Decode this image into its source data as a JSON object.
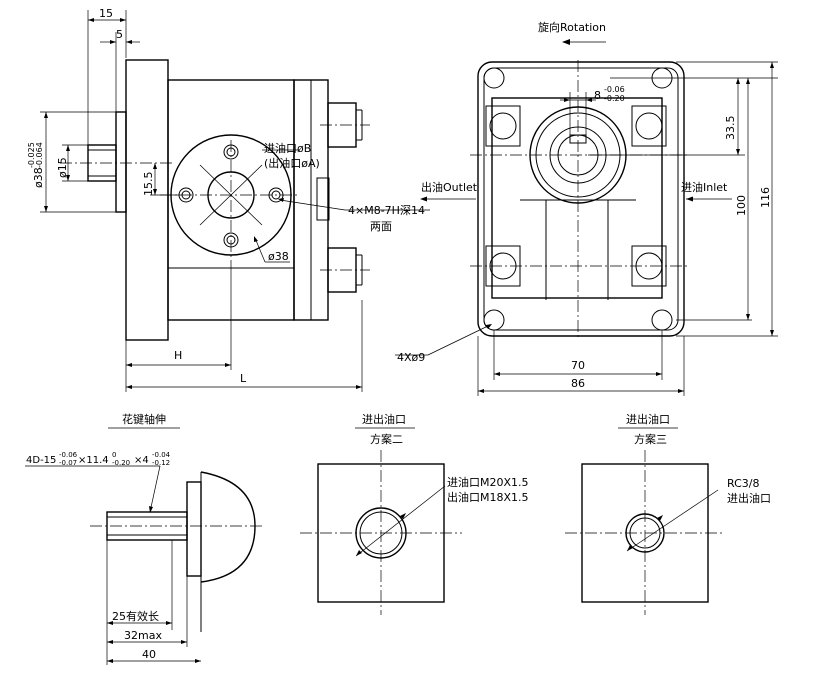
{
  "front_view": {
    "dim_top_15": "15",
    "dim_top_5": "5",
    "dim_shaft_dia": "ø38",
    "tol_upper": "-0.025",
    "tol_lower": "-0.064",
    "dim_pilot_dia": "ø15",
    "dim_15_5": "15.5",
    "port_b": "进油口øB",
    "port_a": "(出油口øA)",
    "thread_note": "4×M8-7H深14",
    "thread_sides": "两面",
    "dim_flange_dia": "ø38",
    "dim_h": "H",
    "dim_l": "L"
  },
  "side_view": {
    "rotation": "旋向Rotation",
    "outlet": "出油Outlet",
    "inlet": "进油Inlet",
    "dim_8": "8",
    "dim_8_upper": "-0.06",
    "dim_8_lower": "-0.20",
    "dim_33_5": "33.5",
    "dim_100": "100",
    "dim_116": "116",
    "dim_70": "70",
    "dim_86": "86",
    "holes": "4Xø9"
  },
  "spline_detail": {
    "title": "花键轴伸",
    "spec_main": "4D-15",
    "spec_t1_upper": "-0.06",
    "spec_t1_lower": "-0.07",
    "spec_mid": "×11.4",
    "spec_t2_upper": "0",
    "spec_t2_lower": "-0.20",
    "spec_end": "×4",
    "spec_t3_upper": "-0.04",
    "spec_t3_lower": "-0.12",
    "dim_25": "25有效长",
    "dim_32": "32max",
    "dim_40": "40"
  },
  "scheme2": {
    "title": "进出油口",
    "subtitle": "方案二",
    "inlet": "进油口M20X1.5",
    "outlet": "出油口M18X1.5"
  },
  "scheme3": {
    "title": "进出油口",
    "subtitle": "方案三",
    "thread": "RC3/8",
    "port": "进出油口"
  }
}
